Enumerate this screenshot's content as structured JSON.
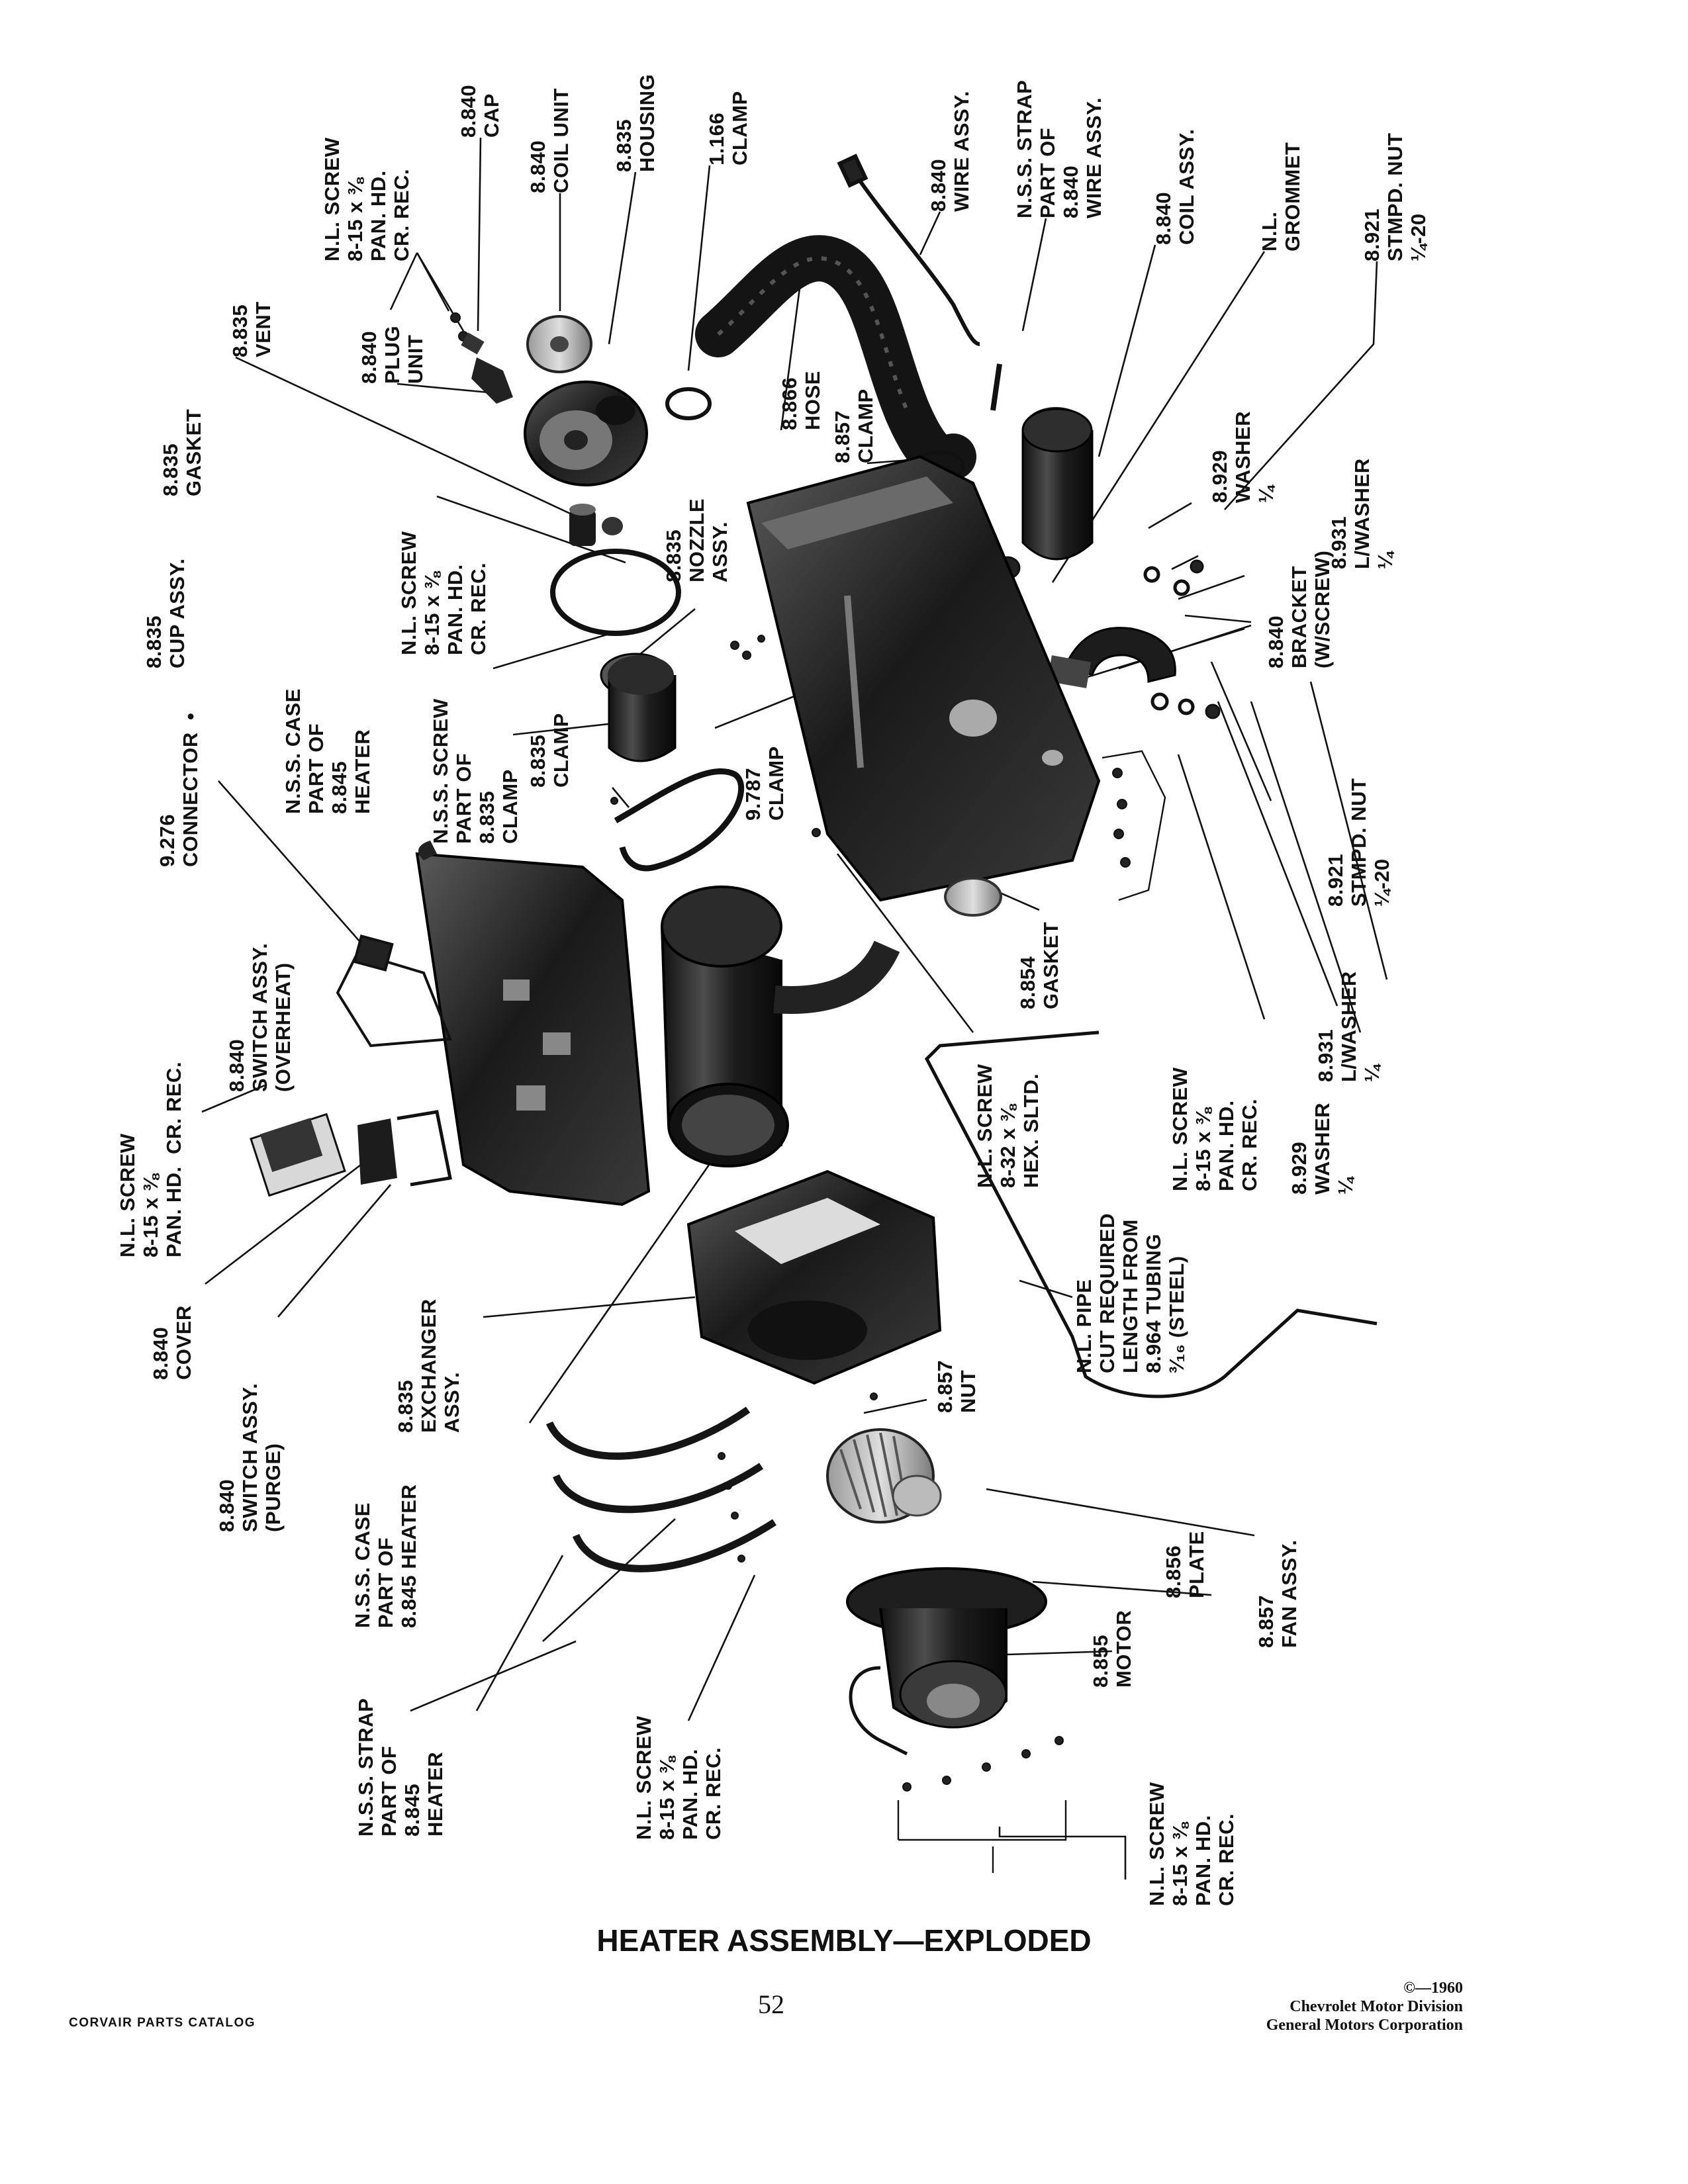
{
  "title": "HEATER ASSEMBLY—EXPLODED",
  "footer": {
    "catalog": "CORVAIR PARTS CATALOG",
    "page_number": "52",
    "copyright": "©—1960",
    "publisher_line1": "Chevrolet Motor Division",
    "publisher_line2": "General Motors Corporation"
  },
  "callouts": [
    {
      "text": "N.L. SCREW\n8-15 x ⅜\nPAN. HD.\nCR. REC."
    },
    {
      "text": "8.840\nCAP"
    },
    {
      "text": "8.840\nCOIL UNIT"
    },
    {
      "text": "8.835\nHOUSING"
    },
    {
      "text": "1.166\nCLAMP"
    },
    {
      "text": "8.840\nWIRE ASSY."
    },
    {
      "text": "N.S.S. STRAP\nPART OF\n8.840\nWIRE ASSY."
    },
    {
      "text": "8.840\nCOIL ASSY."
    },
    {
      "text": "N.L.\nGROMMET"
    },
    {
      "text": "8.921\nSTMPD. NUT\n¼-20"
    },
    {
      "text": "8.835\nVENT"
    },
    {
      "text": "8.840\nPLUG\nUNIT"
    },
    {
      "text": "8.835\nGASKET"
    },
    {
      "text": "8.866\nHOSE"
    },
    {
      "text": "8.857\nCLAMP"
    },
    {
      "text": "8.929\nWASHER\n¼"
    },
    {
      "text": "8.931\nL/WASHER\n¼"
    },
    {
      "text": "N.L. SCREW\n8-15 x ⅜\nPAN. HD.\nCR. REC."
    },
    {
      "text": "8.835\nNOZZLE\nASSY."
    },
    {
      "text": "8.835\nCUP ASSY."
    },
    {
      "text": "8.840\nBRACKET\n(W/SCREW)"
    },
    {
      "text": "9.276\nCONNECTOR  •"
    },
    {
      "text": "N.S.S. CASE\nPART OF\n8.845\nHEATER"
    },
    {
      "text": "N.S.S. SCREW\nPART OF\n8.835\nCLAMP"
    },
    {
      "text": "8.835\nCLAMP"
    },
    {
      "text": "9.787\nCLAMP"
    },
    {
      "text": "8.921\nSTMPD. NUT\n¼-20"
    },
    {
      "text": "8.854\nGASKET"
    },
    {
      "text": "8.840\nSWITCH ASSY.\n(OVERHEAT)"
    },
    {
      "text": "N.L. SCREW\n8-15 x ⅜\nPAN. HD.  CR. REC."
    },
    {
      "text": "N.L. SCREW\n8-32 x ⅜\nHEX. SLTD."
    },
    {
      "text": "N.L. SCREW\n8-15 x ⅜\nPAN. HD.\nCR. REC."
    },
    {
      "text": "8.931\nL/WASHER\n¼"
    },
    {
      "text": "8.929\nWASHER\n¼"
    },
    {
      "text": "8.840\nCOVER"
    },
    {
      "text": "8.840\nSWITCH ASSY.\n(PURGE)"
    },
    {
      "text": "8.835\nEXCHANGER\nASSY."
    },
    {
      "text": "N.L. PIPE\nCUT REQUIRED\nLENGTH FROM\n8.964 TUBING\n³⁄₁₆ (STEEL)"
    },
    {
      "text": "8.857\nNUT"
    },
    {
      "text": "N.S.S. CASE\nPART OF\n8.845 HEATER"
    },
    {
      "text": "8.857\nFAN ASSY."
    },
    {
      "text": "8.856\nPLATE"
    },
    {
      "text": "8.855\nMOTOR"
    },
    {
      "text": "N.S.S. STRAP\nPART OF\n8.845\nHEATER"
    },
    {
      "text": "N.L. SCREW\n8-15 x ⅜\nPAN. HD.\nCR. REC."
    },
    {
      "text": "N.L. SCREW\n8-15 x ⅜\nPAN. HD.\nCR. REC."
    }
  ]
}
